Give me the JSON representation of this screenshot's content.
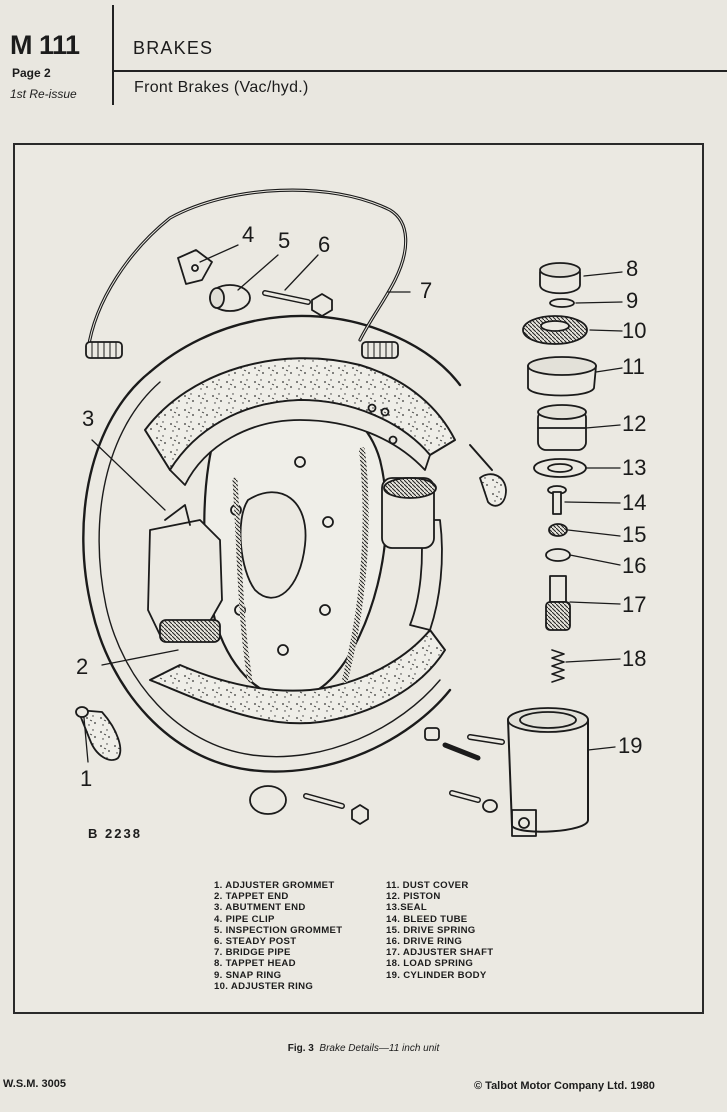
{
  "header": {
    "doc_code": "M 111",
    "page": "Page 2",
    "issue": "1st Re-issue",
    "section": "BRAKES",
    "subsection": "Front Brakes (Vac/hyd.)"
  },
  "figure": {
    "code": "B 2238",
    "callouts": [
      "1",
      "2",
      "3",
      "4",
      "5",
      "6",
      "7",
      "8",
      "9",
      "10",
      "11",
      "12",
      "13",
      "14",
      "15",
      "16",
      "17",
      "18",
      "19"
    ],
    "legend_left": [
      "1.   ADJUSTER GROMMET",
      "2.   TAPPET END",
      "3.   ABUTMENT END",
      "4.   PIPE CLIP",
      "5.   INSPECTION GROMMET",
      "6.   STEADY POST",
      "7.   BRIDGE PIPE",
      "8.   TAPPET HEAD",
      "9.   SNAP RING",
      "10. ADJUSTER RING"
    ],
    "legend_right": [
      "11. DUST COVER",
      "12. PISTON",
      "13.SEAL",
      "14. BLEED TUBE",
      "15. DRIVE SPRING",
      "16. DRIVE RING",
      "17. ADJUSTER SHAFT",
      "18. LOAD SPRING",
      "19. CYLINDER BODY"
    ],
    "caption_label": "Fig. 3",
    "caption_text": "Brake Details—11 inch unit"
  },
  "footer": {
    "left": "W.S.M. 3005",
    "right": "©  Talbot Motor Company Ltd. 1980"
  }
}
